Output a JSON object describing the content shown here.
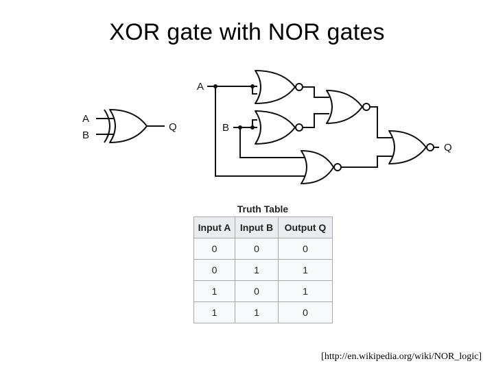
{
  "title": "XOR gate with NOR gates",
  "xor_symbol": {
    "input_a": "A",
    "input_b": "B",
    "output": "Q"
  },
  "nor_circuit": {
    "input_a": "A",
    "input_b": "B",
    "output": "Q"
  },
  "truth_table": {
    "caption": "Truth Table",
    "headers": [
      "Input A",
      "Input B",
      "Output Q"
    ],
    "rows": [
      [
        "0",
        "0",
        "0"
      ],
      [
        "0",
        "1",
        "1"
      ],
      [
        "1",
        "0",
        "1"
      ],
      [
        "1",
        "1",
        "0"
      ]
    ]
  },
  "source": "[http://en.wikipedia.org/wiki/NOR_logic]",
  "colors": {
    "line": "#111111",
    "table_header_bg": "#eaecf0",
    "table_cell_bg": "#f8f9fa",
    "table_border": "#a9a9a9"
  }
}
